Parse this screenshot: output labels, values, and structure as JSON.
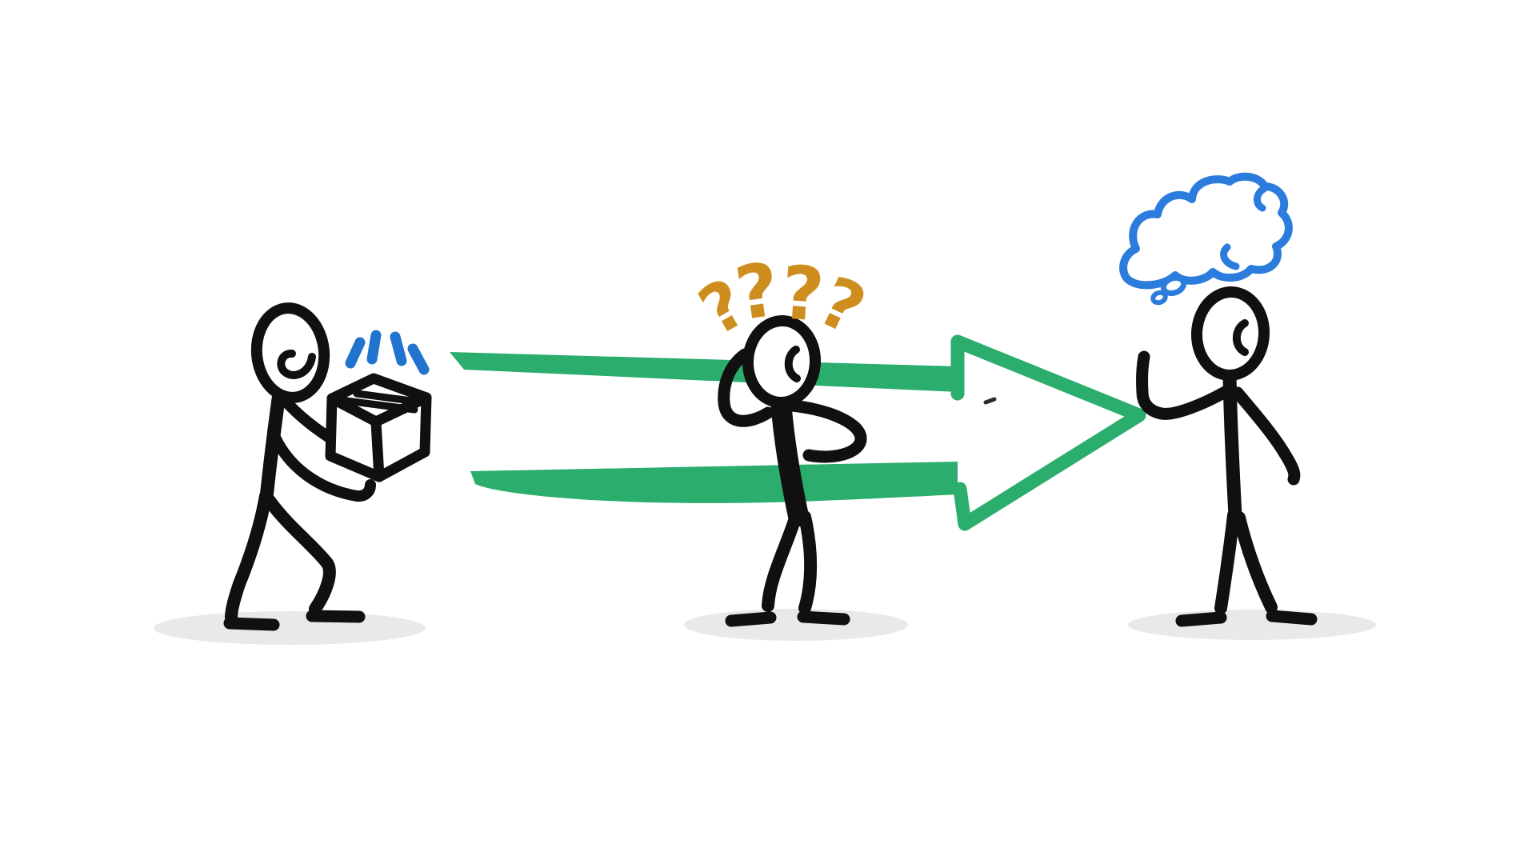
{
  "colors": {
    "ink": "#101010",
    "green": "#2BAD6E",
    "blue": "#2173CE",
    "orange": "#CE8E1F",
    "cloud_blue": "#2C7CDE",
    "shadow": "#E9E9E9",
    "speck": "#2B2B2B",
    "white": "#FFFFFF"
  },
  "scene": {
    "question_marks": [
      "?",
      "?",
      "?",
      "?"
    ],
    "icons": {
      "package_box_icon": "isometric-cardboard-cube-with-tape",
      "sparkle_lines_icon": "four-blue-emphasis-dashes",
      "flow_arrow_icon": "hand-drawn-green-right-arrow",
      "question_marks_icon": "four-orange-question-marks",
      "thought_cloud_icon": "hand-drawn-blue-thought-cloud-with-bubbles",
      "ground_shadow_icon": "soft-gray-ellipse"
    }
  }
}
